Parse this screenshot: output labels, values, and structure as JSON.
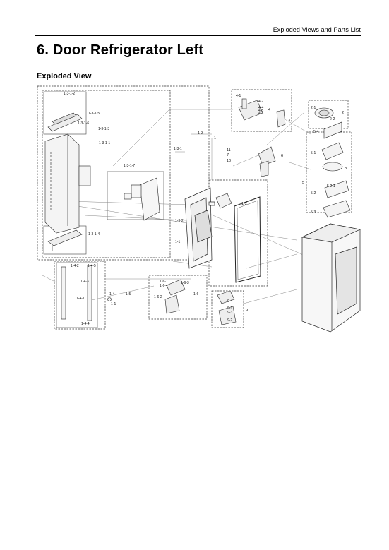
{
  "header": {
    "section_label": "Exploded Views and Parts List"
  },
  "page": {
    "title": "6.  Door Refrigerator Left",
    "subtitle": "Exploded View"
  },
  "diagram": {
    "callouts": {
      "c1": "1",
      "c1_1": "1-1",
      "c1_2": "1-2",
      "c1_3": "1-3",
      "c1_3_1": "1-3-1",
      "c1_3_1_1": "1-3-1-1",
      "c1_3_1_2": "1-3-1-2",
      "c1_3_1_3": "1-3-1-3",
      "c1_3_1_4": "1-3-1-4",
      "c1_3_1_5": "1-3-1-5",
      "c1_3_1_6": "1-3-1-6",
      "c1_3_1_7": "1-3-1-7",
      "c1_3_2": "1-3-2",
      "c1_4": "1-4",
      "c1_4_1": "1-4-1",
      "c1_4_2": "1-4-2",
      "c1_4_3": "1-4-3",
      "c1_4_4": "1-4-4",
      "c1_4_5": "1-4-5",
      "c1_5": "1-5",
      "c1_6": "1-6",
      "c1_6_1": "1-6-1",
      "c1_6_2": "1-6-2",
      "c1_6_3": "1-6-3",
      "c1_6_4": "1-6-4",
      "c2": "2",
      "c2_1": "2-1",
      "c2_2": "2-2",
      "c3": "3",
      "c4": "4",
      "c4_1": "4-1",
      "c4_2": "4-2",
      "c4_3": "4-3",
      "c4_4": "4-4",
      "c4_5": "4-5",
      "c5": "5",
      "c5_1": "5-1",
      "c5_2": "5-2",
      "c5_2_1": "5-2-1",
      "c5_3": "5-3",
      "c5_4": "5-4",
      "c6": "6",
      "c7": "7",
      "c8": "8",
      "c9": "9",
      "c9_1": "9-1",
      "c9_2": "9-2",
      "c9_3": "9-3",
      "c9_4": "9-4",
      "c10": "10",
      "c11": "11"
    }
  }
}
